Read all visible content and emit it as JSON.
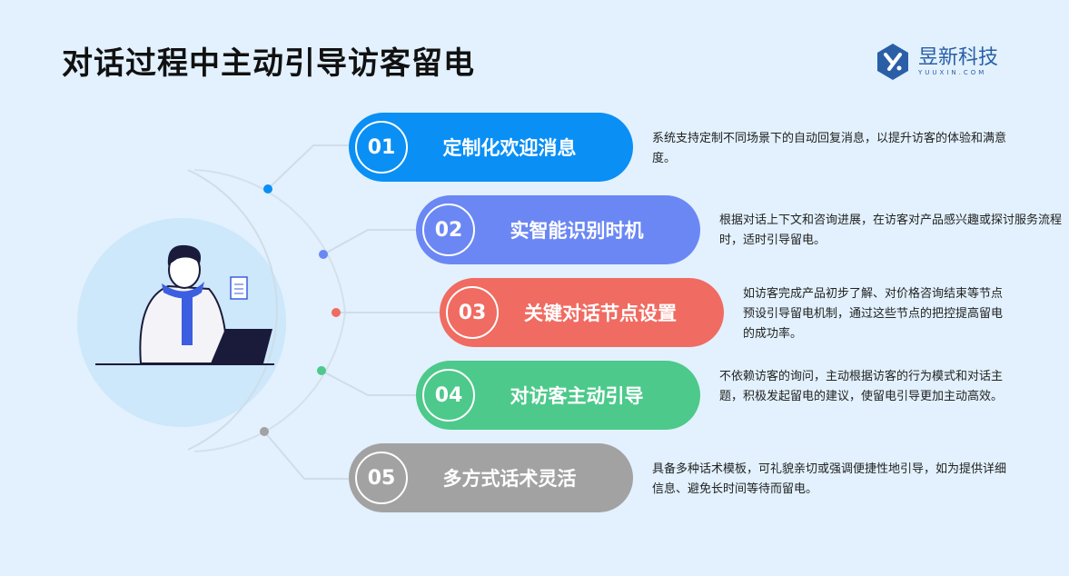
{
  "title": "对话过程中主动引导访客留电",
  "logo": {
    "name": "昱新科技",
    "sub": "YUUXIN.COM"
  },
  "items": [
    {
      "num": "01",
      "label": "定制化欢迎消息",
      "color": "#0a8ff5",
      "desc": "系统支持定制不同场景下的自动回复消息，以提升访客的体验和满意度。"
    },
    {
      "num": "02",
      "label": "实智能识别时机",
      "color": "#6b87f4",
      "desc": "根据对话上下文和咨询进展，在访客对产品感兴趣或探讨服务流程时，适时引导留电。"
    },
    {
      "num": "03",
      "label": "关键对话节点设置",
      "color": "#f06b61",
      "desc": "如访客完成产品初步了解、对价格咨询结束等节点预设引导留电机制，通过这些节点的把控提高留电的成功率。"
    },
    {
      "num": "04",
      "label": "对访客主动引导",
      "color": "#4dc98b",
      "desc": "不依赖访客的询问，主动根据访客的行为模式和对话主题，积极发起留电的建议，使留电引导更加主动高效。"
    },
    {
      "num": "05",
      "label": "多方式话术灵活",
      "color": "#a2a2a2",
      "desc": "具备多种话术模板，可礼貌亲切或强调便捷性地引导，如为提供详细信息、避免长时间等待而留电。"
    }
  ]
}
